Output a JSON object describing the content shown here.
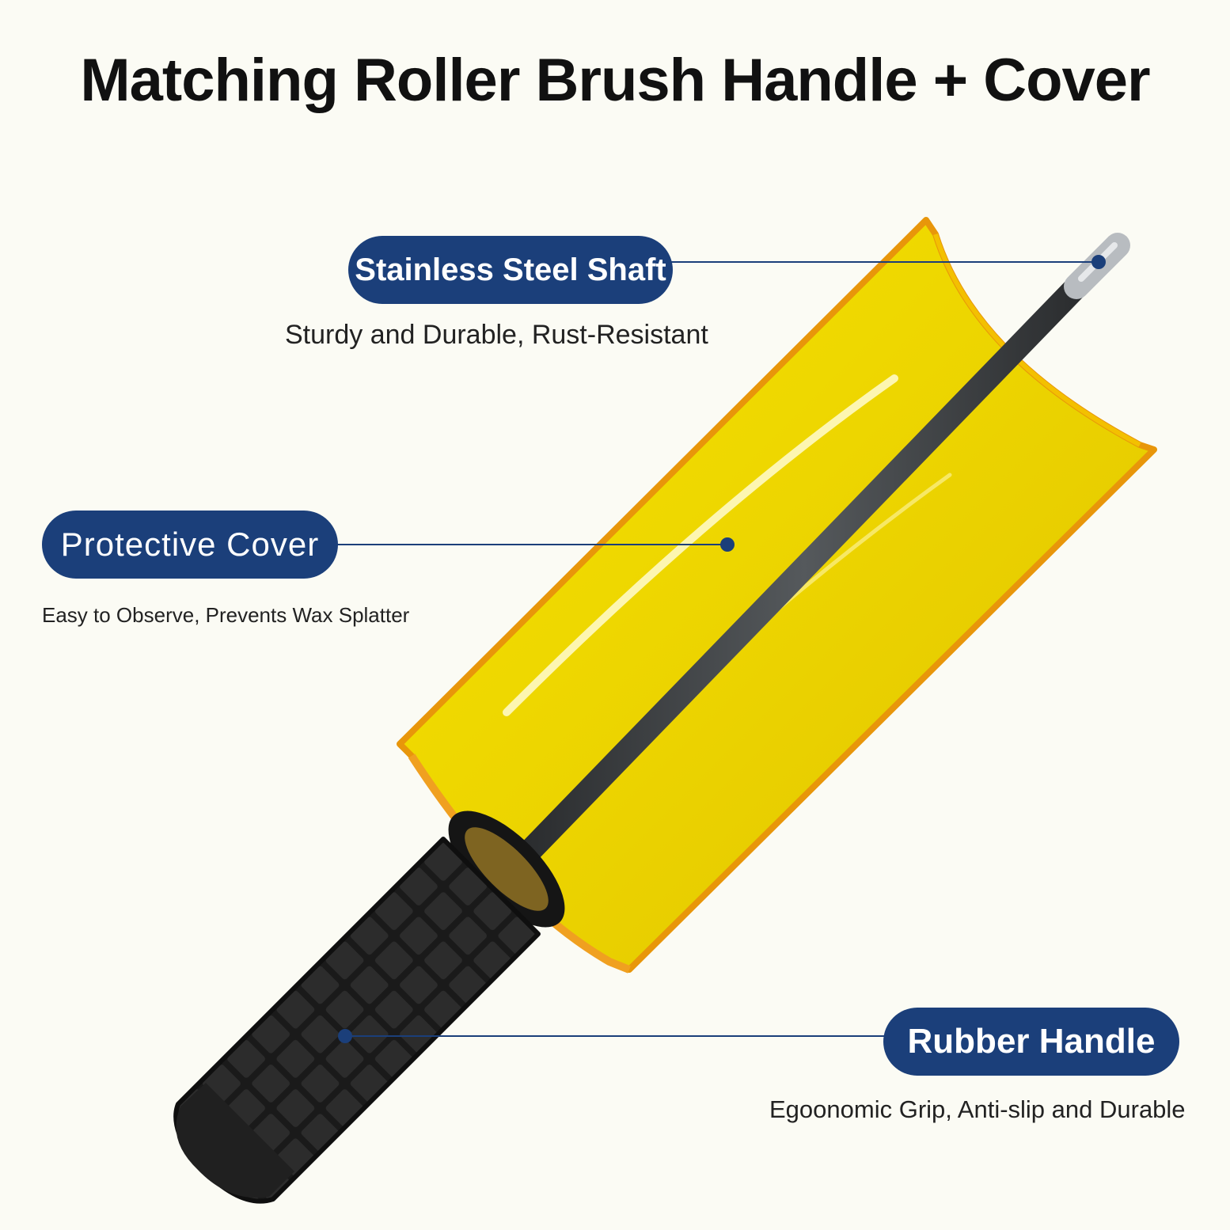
{
  "title": "Matching Roller Brush Handle + Cover",
  "colors": {
    "pill_background": "#1b3f7a",
    "leader_line": "#1b3f7a",
    "cover_yellow": "#f2d700",
    "cover_edge": "#e8960a",
    "handle_rubber": "#1c1c1c",
    "shaft_dark": "#3a3d40",
    "shaft_tip": "#b8bcc0"
  },
  "callouts": {
    "shaft": {
      "label": "Stainless Steel Shaft",
      "description": "Sturdy and Durable, Rust-Resistant"
    },
    "cover": {
      "label": "Protective Cover",
      "description": "Easy to Observe, Prevents Wax Splatter"
    },
    "handle": {
      "label": "Rubber Handle",
      "description": "Egoonomic Grip, Anti-slip and Durable"
    }
  }
}
